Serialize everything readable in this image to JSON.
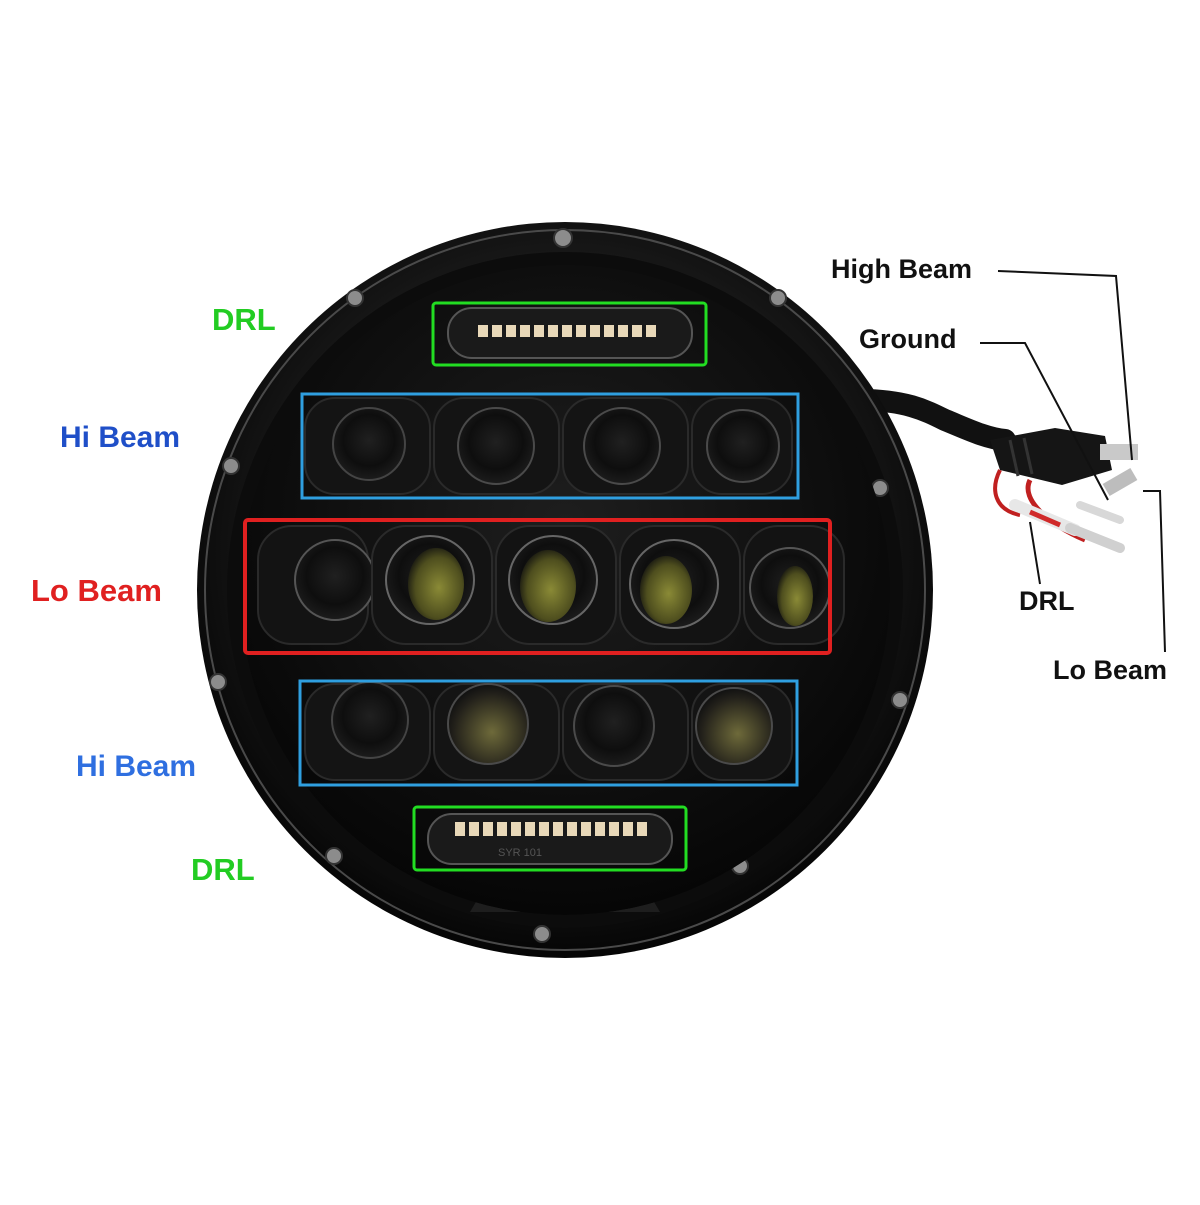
{
  "colors": {
    "drl": "#22cc22",
    "hi_beam": "#1f5fd6",
    "lo_beam": "#e02020",
    "hi_beam_box": "#2f9fe0",
    "lo_beam_box": "#e02020",
    "drl_box": "#22dd22",
    "wire_label": "#111111"
  },
  "zone_labels": {
    "drl_top": "DRL",
    "hi_beam_top": "Hi Beam",
    "lo_beam": "Lo Beam",
    "hi_beam_bottom": "Hi Beam",
    "drl_bottom": "DRL"
  },
  "wire_labels": {
    "high_beam": "High Beam",
    "ground": "Ground",
    "drl": "DRL",
    "lo_beam": "Lo Beam"
  },
  "lens_marking": "SYR 101"
}
